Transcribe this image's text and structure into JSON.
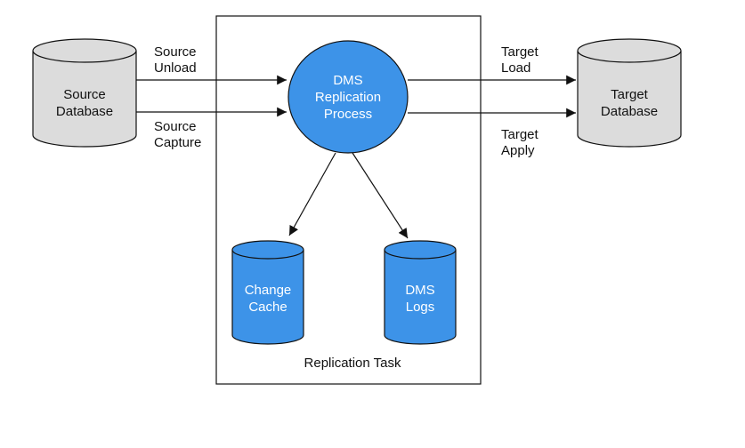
{
  "colors": {
    "background": "#ffffff",
    "gray_db_fill": "#dcdcdc",
    "blue_fill": "#3d93e8",
    "stroke": "#111111"
  },
  "source_db": {
    "line1": "Source",
    "line2": "Database"
  },
  "target_db": {
    "line1": "Target",
    "line2": "Database"
  },
  "process": {
    "line1": "DMS",
    "line2": "Replication",
    "line3": "Process"
  },
  "change_cache": {
    "line1": "Change",
    "line2": "Cache"
  },
  "dms_logs": {
    "line1": "DMS",
    "line2": "Logs"
  },
  "task_box": {
    "label": "Replication Task"
  },
  "edges": {
    "source_unload": {
      "line1": "Source",
      "line2": "Unload"
    },
    "source_capture": {
      "line1": "Source",
      "line2": "Capture"
    },
    "target_load": {
      "line1": "Target",
      "line2": "Load"
    },
    "target_apply": {
      "line1": "Target",
      "line2": "Apply"
    }
  }
}
